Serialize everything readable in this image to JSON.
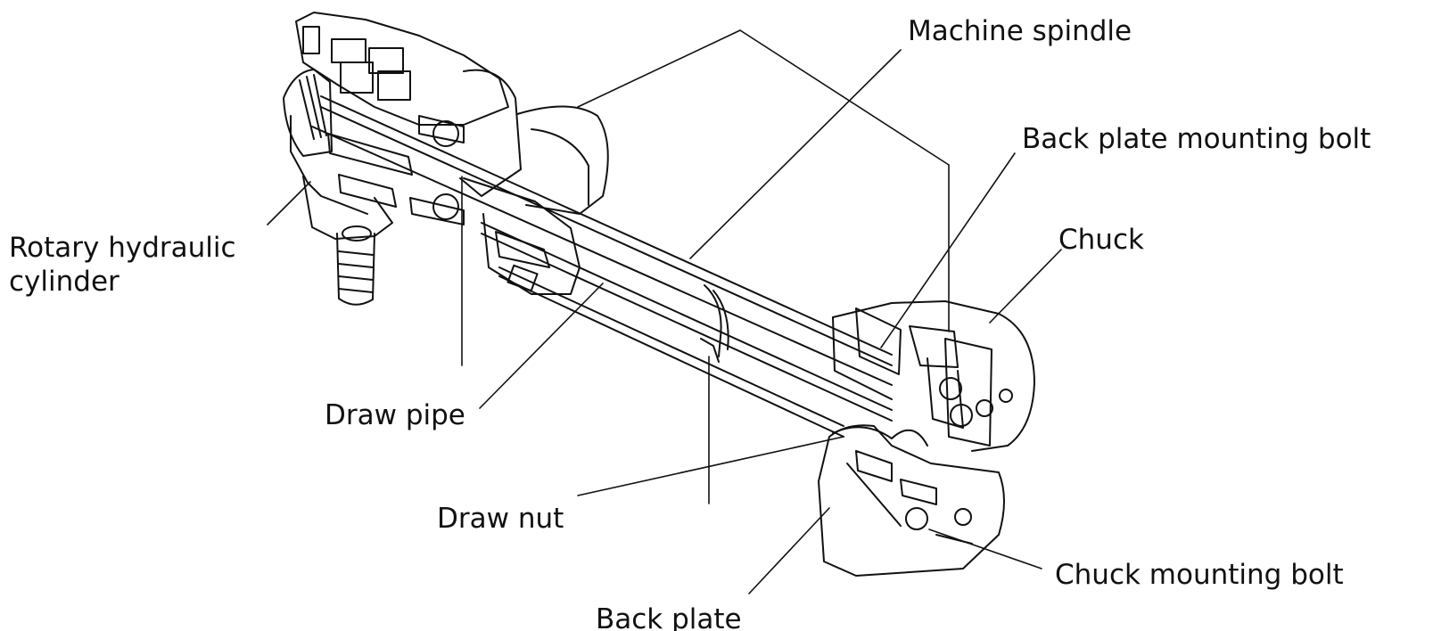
{
  "labels": {
    "machine_spindle": "Machine spindle",
    "back_plate_mounting_bolt": "Back plate mounting bolt",
    "chuck": "Chuck",
    "rotary_hydraulic_cylinder_line1": "Rotary hydraulic",
    "rotary_hydraulic_cylinder_line2": "cylinder",
    "draw_pipe": "Draw pipe",
    "draw_nut": "Draw nut",
    "back_plate": "Back plate",
    "chuck_mounting_bolt": "Chuck mounting bolt"
  },
  "colors": {
    "ink": "#111111",
    "background": "#ffffff"
  }
}
